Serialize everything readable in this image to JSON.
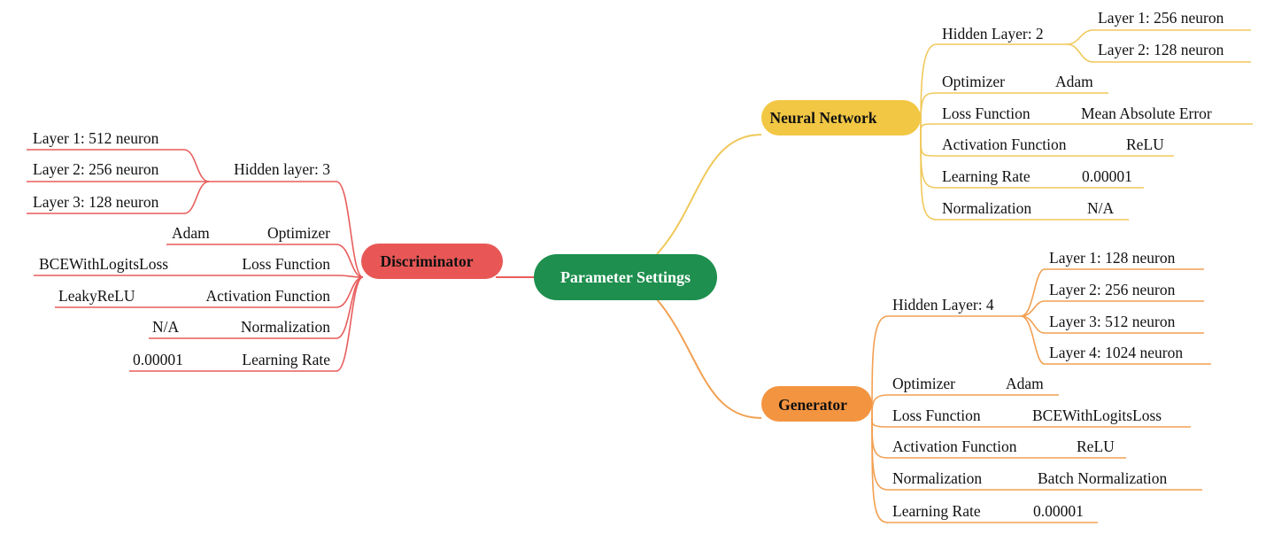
{
  "root": {
    "label": "Parameter Settings",
    "color": "#1e8f4e"
  },
  "branches": {
    "neural_network": {
      "label": "Neural Network",
      "color": "#f2c744",
      "line_color": "#f0c85a",
      "hidden": {
        "label": "Hidden Layer: 2",
        "layers": [
          "Layer 1: 256 neuron",
          "Layer 2: 128 neuron"
        ]
      },
      "params": [
        {
          "name": "Optimizer",
          "value": "Adam"
        },
        {
          "name": "Loss Function",
          "value": "Mean Absolute Error"
        },
        {
          "name": "Activation Function",
          "value": "ReLU"
        },
        {
          "name": "Learning Rate",
          "value": "0.00001"
        },
        {
          "name": "Normalization",
          "value": "N/A"
        }
      ]
    },
    "discriminator": {
      "label": "Discriminator",
      "color": "#e85756",
      "line_color": "#e85c5c",
      "hidden": {
        "label": "Hidden layer: 3",
        "layers": [
          "Layer 1: 512 neuron",
          "Layer 2: 256 neuron",
          "Layer 3: 128 neuron"
        ]
      },
      "params": [
        {
          "name": "Optimizer",
          "value": "Adam"
        },
        {
          "name": "Loss Function",
          "value": "BCEWithLogitsLoss"
        },
        {
          "name": "Activation Function",
          "value": "LeakyReLU"
        },
        {
          "name": "Normalization",
          "value": "N/A"
        },
        {
          "name": "Learning Rate",
          "value": "0.00001"
        }
      ]
    },
    "generator": {
      "label": "Generator",
      "color": "#f39440",
      "line_color": "#f2a052",
      "hidden": {
        "label": "Hidden Layer: 4",
        "layers": [
          "Layer 1: 128 neuron",
          "Layer 2: 256 neuron",
          "Layer 3: 512 neuron",
          "Layer 4: 1024 neuron"
        ]
      },
      "params": [
        {
          "name": "Optimizer",
          "value": "Adam"
        },
        {
          "name": "Loss Function",
          "value": "BCEWithLogitsLoss"
        },
        {
          "name": "Activation Function",
          "value": "ReLU"
        },
        {
          "name": "Normalization",
          "value": "Batch Normalization"
        },
        {
          "name": "Learning Rate",
          "value": "0.00001"
        }
      ]
    }
  }
}
